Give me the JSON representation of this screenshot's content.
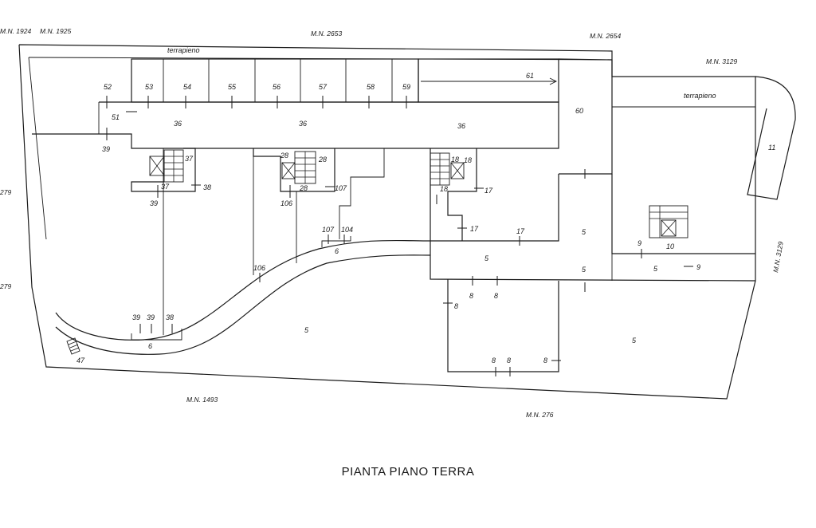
{
  "title": "PIANTA PIANO TERRA",
  "fill_labels": [
    "terrapieno",
    "terrapieno"
  ],
  "neighbour_parcels": [
    "M.N. 1924",
    "M.N. 1925",
    "M.N. 2653",
    "M.N. 2654",
    "M.N. 3129",
    "M.N. 3129",
    "M.N. 1493",
    "M.N. 276",
    "279",
    "279"
  ],
  "unit_numbers": [
    "52",
    "53",
    "54",
    "55",
    "56",
    "57",
    "58",
    "59",
    "61",
    "51",
    "36",
    "36",
    "36",
    "60",
    "39",
    "37",
    "37",
    "38",
    "39",
    "28",
    "28",
    "28",
    "106",
    "107",
    "18",
    "18",
    "18",
    "17",
    "17",
    "17",
    "5",
    "107",
    "104",
    "6",
    "106",
    "5",
    "5",
    "9",
    "10",
    "9",
    "5",
    "11",
    "8",
    "8",
    "8",
    "5",
    "39",
    "39",
    "38",
    "6",
    "47",
    "8",
    "8",
    "8"
  ],
  "colors": {
    "ink": "#1a1a1a",
    "paper": "#ffffff"
  }
}
